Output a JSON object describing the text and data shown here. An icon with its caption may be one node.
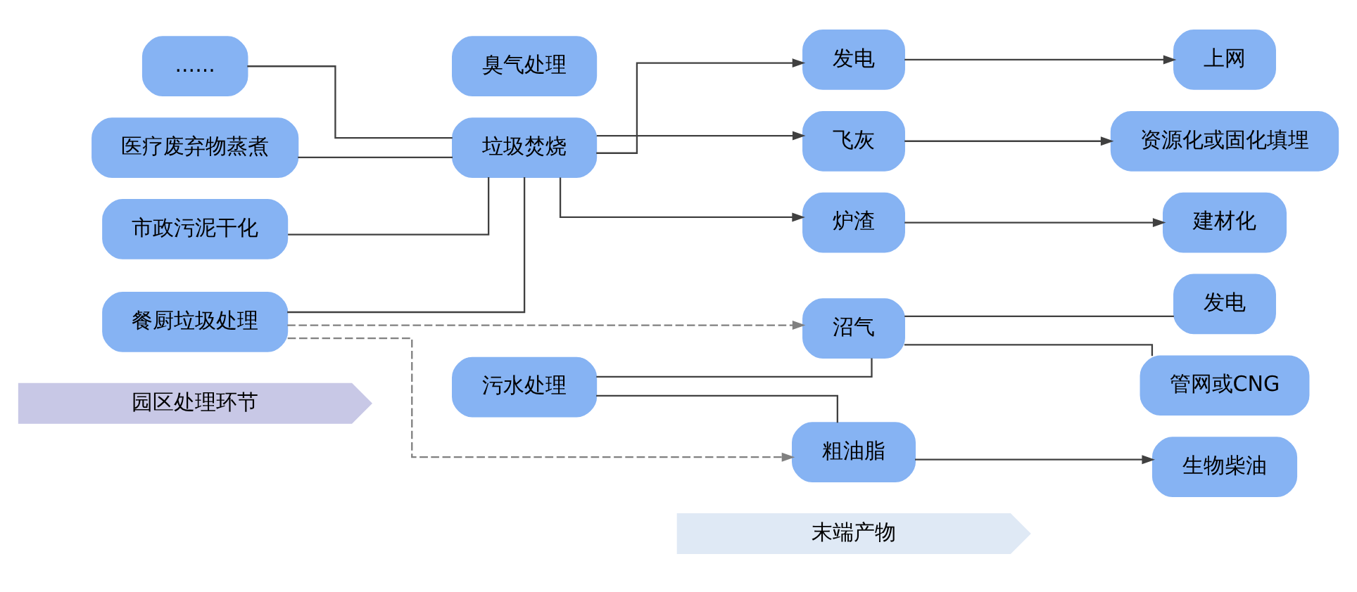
{
  "diagram": {
    "nodes": [
      {
        "text": [
          "园区处理环节"
        ]
      },
      {
        "text": [
          "末端产物"
        ]
      },
      {
        "text": [
          "......"
        ]
      },
      {
        "text": [
          "医疗废弃物蒸煮"
        ]
      },
      {
        "text": [
          "市政污泥干化"
        ]
      },
      {
        "text": [
          "餐厨垃圾处理"
        ]
      },
      {
        "text": [
          "垃圾焚烧"
        ]
      },
      {
        "text": [
          "污水处理"
        ]
      },
      {
        "text": [
          "臭气处理"
        ]
      },
      {
        "text": [
          "发电"
        ]
      },
      {
        "text": [
          "飞灰"
        ]
      },
      {
        "text": [
          "炉渣"
        ]
      },
      {
        "text": [
          "上网"
        ]
      },
      {
        "text": [
          "资源化或固化填埋"
        ]
      },
      {
        "text": [
          "建材化"
        ]
      },
      {
        "text": [
          "沼气"
        ]
      },
      {
        "text": [
          "粗油脂"
        ]
      },
      {
        "text": [
          "发电"
        ]
      },
      {
        "text": [
          "管网或CNG"
        ]
      },
      {
        "text": [
          "生物柴油"
        ]
      }
    ],
    "edges": [
      {
        "from": 2,
        "to": 6,
        "arrow": "none"
      },
      {
        "from": 3,
        "to": 6,
        "arrow": "none"
      },
      {
        "from": 4,
        "to": 6,
        "arrow": "none"
      },
      {
        "from": 5,
        "to": 6,
        "arrow": "none"
      },
      {
        "from": 6,
        "to": 9,
        "arrow": "to"
      },
      {
        "from": 6,
        "to": 10,
        "arrow": "to"
      },
      {
        "from": 6,
        "to": 11,
        "arrow": "to"
      },
      {
        "from": 7,
        "to": 15,
        "arrow": "none"
      },
      {
        "from": 7,
        "to": 16,
        "arrow": "none"
      },
      {
        "from": 5,
        "to": 15,
        "arrow": "to",
        "style": "dashed",
        "color": "#808080"
      },
      {
        "from": 5,
        "to": 16,
        "arrow": "to",
        "style": "dashed",
        "color": "#808080"
      },
      {
        "from": 9,
        "to": 12,
        "arrow": "to"
      },
      {
        "from": 10,
        "to": 13,
        "arrow": "to"
      },
      {
        "from": 11,
        "to": 14,
        "arrow": "to"
      },
      {
        "from": 15,
        "to": 17,
        "arrow": "none"
      },
      {
        "from": 15,
        "to": 18,
        "arrow": "none"
      },
      {
        "from": 16,
        "to": 19,
        "arrow": "to"
      }
    ]
  }
}
